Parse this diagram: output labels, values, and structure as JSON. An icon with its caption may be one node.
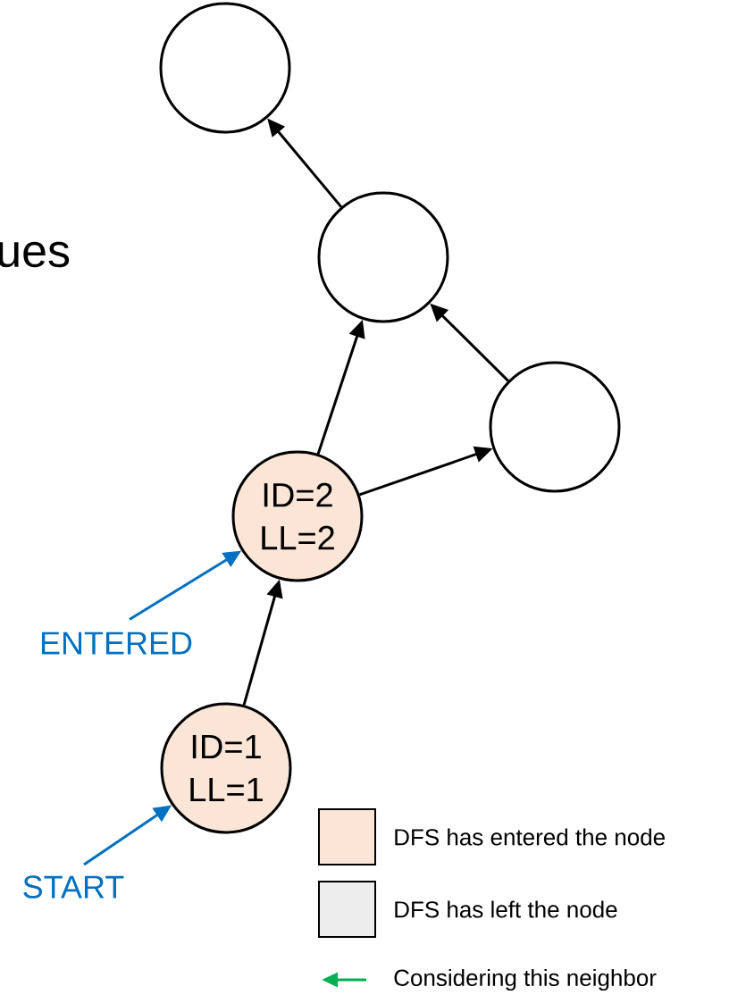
{
  "diagram": {
    "nodes": [
      {
        "text": [],
        "shape": "circle"
      },
      {
        "text": [],
        "shape": "circle"
      },
      {
        "text": [],
        "shape": "circle"
      },
      {
        "text": [
          "ID=2",
          "LL=2"
        ]
      },
      {
        "text": [
          "ID=1",
          "LL=1"
        ]
      },
      {
        "text": [
          "ENTERED"
        ]
      },
      {
        "text": [
          "START"
        ]
      }
    ],
    "edges": [
      {
        "from": 4,
        "to": 3,
        "arrow": "to"
      },
      {
        "from": 3,
        "to": 1,
        "arrow": "to"
      },
      {
        "from": 3,
        "to": 2,
        "arrow": "to"
      },
      {
        "from": 2,
        "to": 1,
        "arrow": "to"
      },
      {
        "from": 1,
        "to": 0,
        "arrow": "to"
      },
      {
        "from": 5,
        "to": 3,
        "arrow": "to",
        "color": "#0070c0"
      },
      {
        "from": 6,
        "to": 4,
        "arrow": "to",
        "color": "#0070c0"
      }
    ],
    "labels": [
      "ues"
    ],
    "legend": [
      {
        "text": "DFS has entered the node",
        "color": "#fbe5d6"
      },
      {
        "text": "DFS has left the node",
        "color": "#ededed"
      },
      {
        "text": "Considering this neighbor"
      }
    ]
  }
}
